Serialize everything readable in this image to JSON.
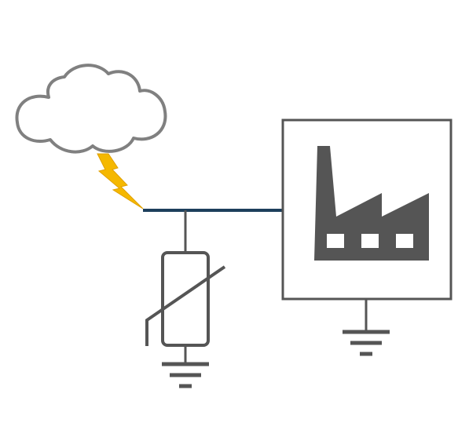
{
  "diagram": {
    "description_free": true,
    "components": [
      {
        "id": "storm-cloud",
        "icon": "cloud-icon"
      },
      {
        "id": "lightning-strike",
        "icon": "lightning-bolt-icon"
      },
      {
        "id": "power-line",
        "icon": "conductor-line"
      },
      {
        "id": "surge-arrester",
        "icon": "varistor-symbol-icon"
      },
      {
        "id": "protected-facility",
        "icon": "factory-icon"
      },
      {
        "id": "earth-ground",
        "icon": "ground-symbol-icon"
      }
    ],
    "colors": {
      "background": "#ffffff",
      "symbol_gray": "#555555",
      "cloud_outline": "#808080",
      "cloud_fill": "#ffffff",
      "lightning": "#f5b800",
      "line": "#1d3f5c"
    }
  }
}
